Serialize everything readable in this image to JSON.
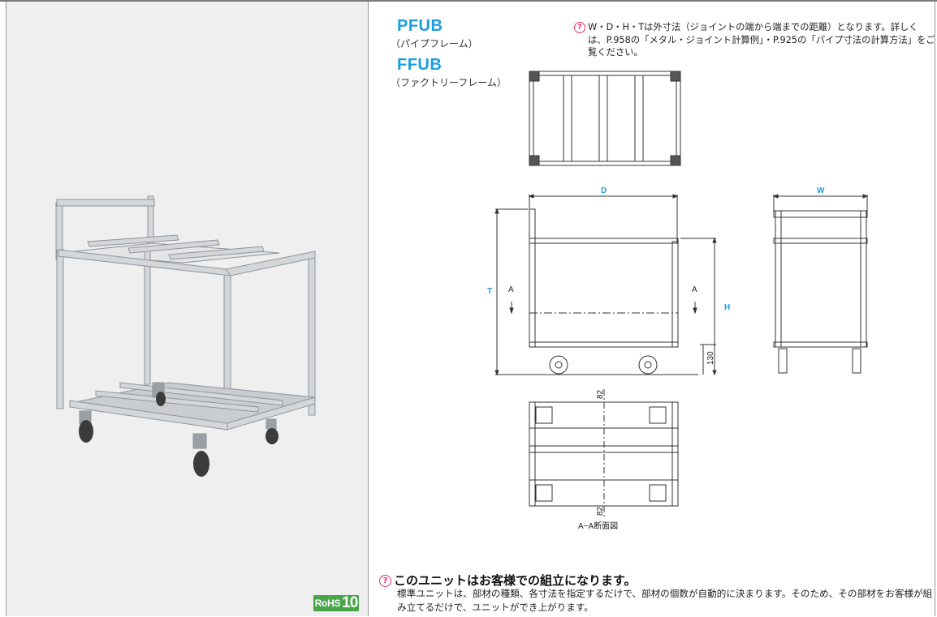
{
  "products": [
    {
      "code": "PFUB",
      "name": "（パイプフレーム）"
    },
    {
      "code": "FFUB",
      "name": "（ファクトリーフレーム）"
    }
  ],
  "note_top": {
    "text": "W・D・H・Tは外寸法（ジョイントの端から端までの距離）となります。詳しくは、P.958の「メタル・ジョイント計算例」・P.925の「パイプ寸法の計算方法」をご覧ください。"
  },
  "drawing_labels": {
    "D": "D",
    "W": "W",
    "T": "T",
    "H": "H",
    "A_left": "A",
    "A_right": "A",
    "dim_130": "130",
    "dim_82_top": "82",
    "dim_82_bottom": "82",
    "section_caption": "A−A断面図"
  },
  "assembly_note": {
    "heading": "このユニットはお客様での組立になります。",
    "body": "標準ユニットは、部材の種類、各寸法を指定するだけで、部材の個数が自動的に決まります。そのため、その部材をお客様が組み立てるだけで、ユニットができ上がります。"
  },
  "badge": {
    "prefix": "RoHS",
    "number": "10"
  },
  "colors": {
    "accent_blue": "#1a9ee0",
    "rohs_green": "#49a648",
    "note_icon": "#d6336c",
    "panel_bg": "#efefef"
  }
}
